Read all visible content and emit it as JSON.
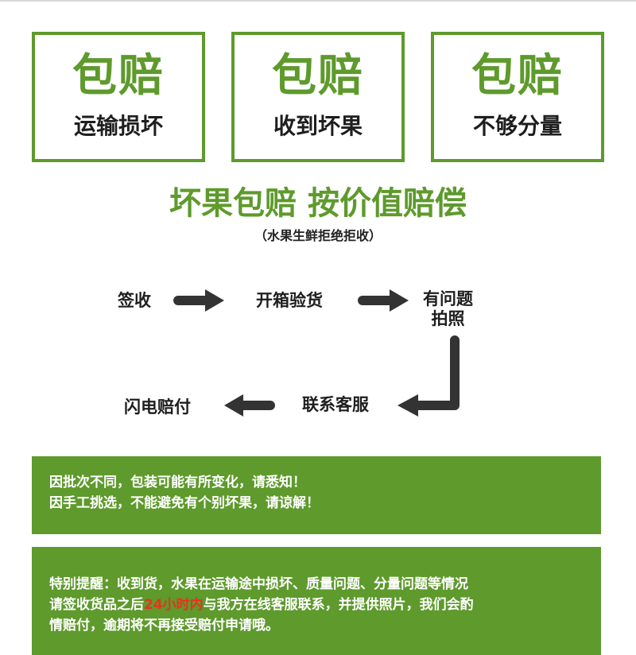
{
  "guarantees": [
    {
      "title": "包赔",
      "subtitle": "运输损坏"
    },
    {
      "title": "包赔",
      "subtitle": "收到坏果"
    },
    {
      "title": "包赔",
      "subtitle": "不够分量"
    }
  ],
  "headline": "坏果包赔 按价值赔偿",
  "subnote": "（水果生鲜拒绝拒收）",
  "process": {
    "step1": "签收",
    "step2": "开箱验货",
    "step3_line1": "有问题",
    "step3_line2": "拍照",
    "step4": "联系客服",
    "step5": "闪电赔付"
  },
  "notice1": {
    "line1": "因批次不同，包装可能有所变化，请悉知！",
    "line2": "因手工挑选，不能避免有个别坏果，请谅解！"
  },
  "notice2": {
    "line1": "特别提醒：收到货，水果在运输途中损坏、质量问题、分量问题等情况",
    "line2_pre": "请签收货品之后",
    "line2_highlight": "24小时内",
    "line2_post": "与我方在线客服联系，并提供照片，我们会酌",
    "line3": "情赔付，逾期将不再接受赔付申请哦。"
  },
  "colors": {
    "brand_green": "#5e9a2c",
    "highlight_red": "#e8321e",
    "text_dark": "#1e1e1e"
  }
}
